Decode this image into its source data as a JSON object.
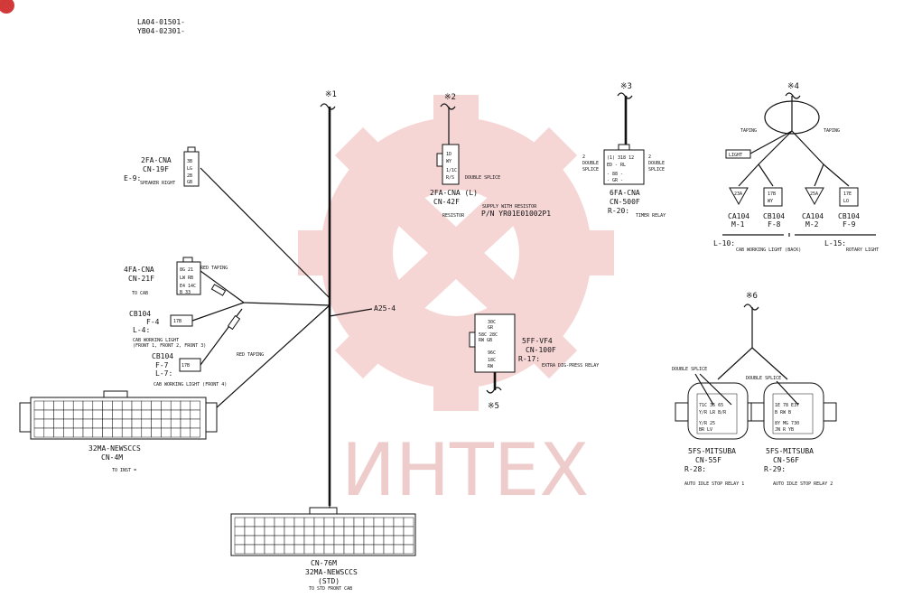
{
  "header": {
    "code_line1": "LA04-01501-",
    "code_line2": "YB04-02301-"
  },
  "watermark": {
    "text": "ИНТЕХ",
    "color": "#e8a3a3"
  },
  "junction_label": "A25-4",
  "marks": {
    "m1": "※1",
    "m2": "※2",
    "m3": "※3",
    "m4": "※4",
    "m5": "※5",
    "m6": "※6"
  },
  "connectors": {
    "c2fa": {
      "name": "2FA-CNA",
      "id": "CN-19F",
      "ref": "E-9:",
      "desc": "SPEAKER RIGHT"
    },
    "c4fa": {
      "name": "4FA-CNA",
      "id": "CN-21F",
      "desc": "TO CAB",
      "taping": "RED TAPING"
    },
    "cb104_f4": {
      "name": "CB104",
      "id": "F-4",
      "ref": "L-4:",
      "desc1": "CAB WORKING LIGHT",
      "desc2": "(FRONT 1, FRONT 2, FRONT 3)"
    },
    "cb104_f7": {
      "name": "CB104",
      "id": "F-7",
      "ref": "L-7:",
      "desc": "CAB WORKING LIGHT (FRONT 4)",
      "taping": "RED TAPING"
    },
    "c32ma_4m": {
      "name": "32MA-NEWSCCS",
      "id": "CN-4M",
      "desc": "TO INST ="
    },
    "c76m": {
      "id": "CN-76M",
      "name": "32MA-NEWSCCS",
      "variant": "(STD)",
      "desc": "TO STD FRONT CAB"
    },
    "c2fa_l": {
      "name": "2FA-CNA (L)",
      "id": "CN-42F",
      "splice": "DOUBLE SPLICE",
      "resistor_label": "RESISTOR",
      "supply": "SUPPLY WITH RESISTOR",
      "pn": "P/N YR01E01002P1"
    },
    "c6fa": {
      "name": "6FA-CNA",
      "id": "CN-500F",
      "ref": "R-20:",
      "desc": "TIMER RELAY",
      "splice_left": "2 DOUBLE SPLICE",
      "splice_right": "2 DOUBLE SPLICE"
    },
    "c5ff": {
      "name": "5FF-VF4",
      "id": "CN-100F",
      "ref": "R-17:",
      "desc": "EXTRA DIG-PRESS RELAY"
    },
    "lights": {
      "light_tag": "LIGHT",
      "taping_left": "TAPING",
      "taping_right": "TAPING",
      "ca104_m1": {
        "name": "CA104",
        "id": "M-1"
      },
      "cb104_f8": {
        "name": "CB104",
        "id": "F-8"
      },
      "ca104_m2": {
        "name": "CA104",
        "id": "M-2"
      },
      "cb104_f9": {
        "name": "CB104",
        "id": "F-9"
      },
      "ref_l10": "L-10:",
      "desc_l10": "CAB WORKING LIGHT (BACK)",
      "ref_l15": "L-15:",
      "desc_l15": "ROTARY LIGHT"
    },
    "c5fs_55": {
      "name": "5FS-MITSUBA",
      "id": "CN-55F",
      "ref": "R-28:",
      "desc": "AUTO IDLE STOP RELAY 1",
      "splice": "DOUBLE SPLICE"
    },
    "c5fs_56": {
      "name": "5FS-MITSUBA",
      "id": "CN-56F",
      "ref": "R-29:",
      "desc": "AUTO IDLE STOP RELAY 2",
      "splice": "DOUBLE SPLICE"
    }
  }
}
